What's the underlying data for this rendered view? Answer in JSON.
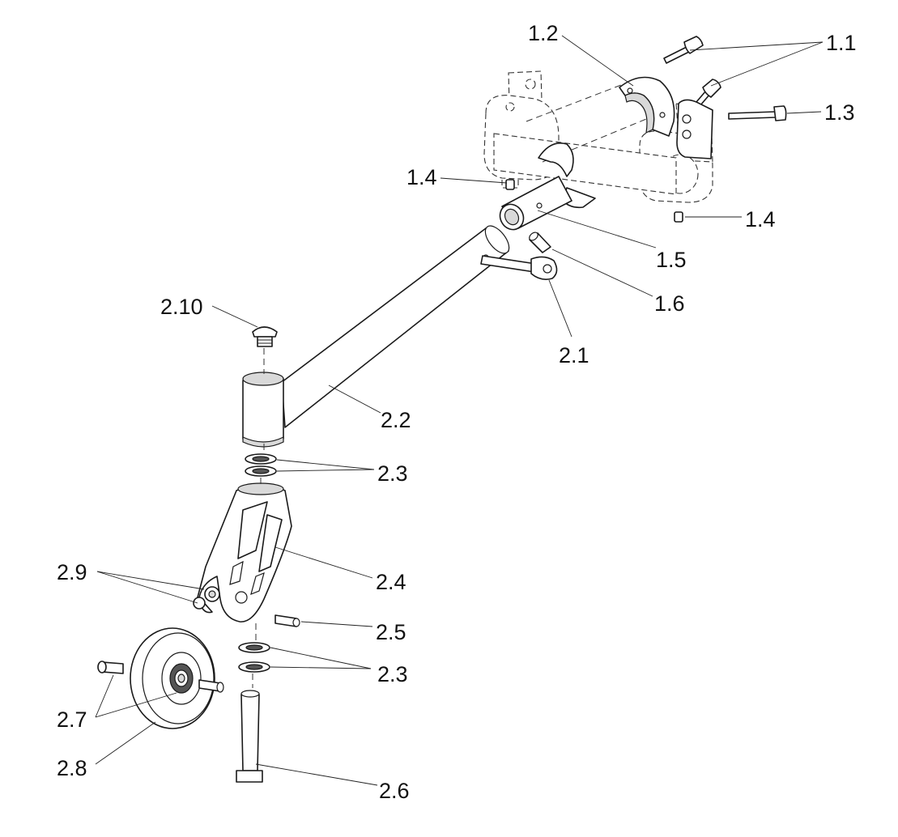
{
  "labels": {
    "l1_1": "1.1",
    "l1_2": "1.2",
    "l1_3": "1.3",
    "l1_4a": "1.4",
    "l1_4b": "1.4",
    "l1_5": "1.5",
    "l1_6": "1.6",
    "l2_1": "2.1",
    "l2_2": "2.2",
    "l2_3a": "2.3",
    "l2_3b": "2.3",
    "l2_4": "2.4",
    "l2_5": "2.5",
    "l2_6": "2.6",
    "l2_7": "2.7",
    "l2_8": "2.8",
    "l2_9": "2.9",
    "l2_10": "2.10"
  }
}
